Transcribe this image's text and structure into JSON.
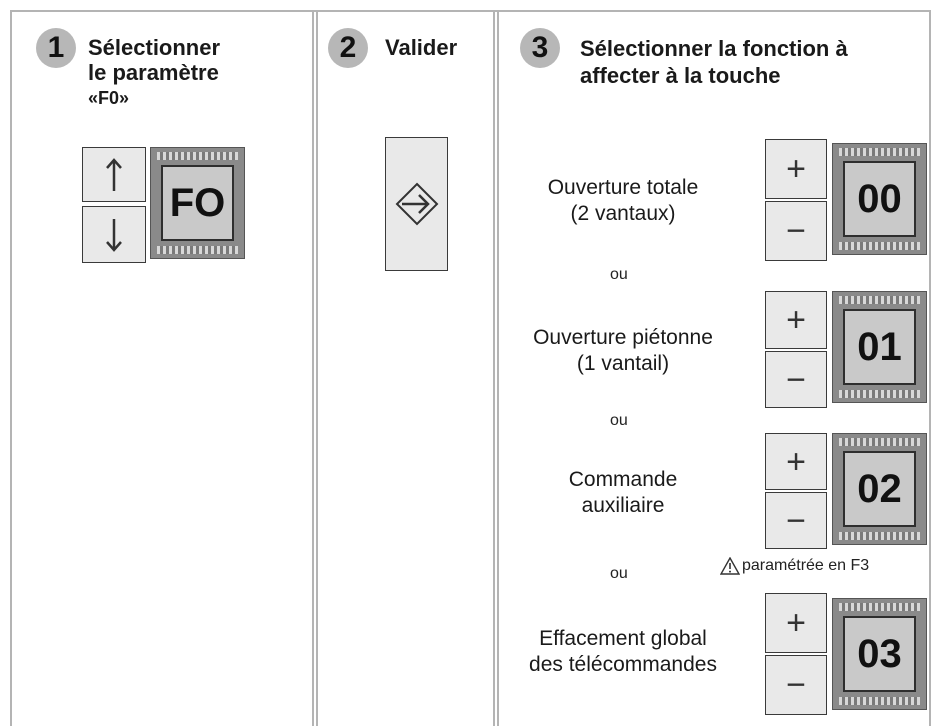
{
  "step1": {
    "number": "1",
    "title_line1": "Sélectionner",
    "title_line2": "le  paramètre",
    "title_line3": "«F0»",
    "up_icon": "arrow-up-icon",
    "down_icon": "arrow-down-icon",
    "display": "FO"
  },
  "step2": {
    "number": "2",
    "title": "Valider",
    "enter_icon": "enter-arrow-icon"
  },
  "step3": {
    "number": "3",
    "title_line1": "Sélectionner la fonction à",
    "title_line2": "affecter à la touche",
    "options": [
      {
        "line1": "Ouverture totale",
        "line2": "(2 vantaux)",
        "display": "00"
      },
      {
        "line1": "Ouverture piétonne",
        "line2": "(1 vantail)",
        "display": "01"
      },
      {
        "line1": "Commande",
        "line2": "auxiliaire",
        "display": "02"
      },
      {
        "line1": "Effacement global",
        "line2": "des télécommandes",
        "display": "03"
      }
    ],
    "separator": "ou",
    "warning": "paramétrée en F3",
    "plus_label": "+",
    "minus_label": "−"
  }
}
